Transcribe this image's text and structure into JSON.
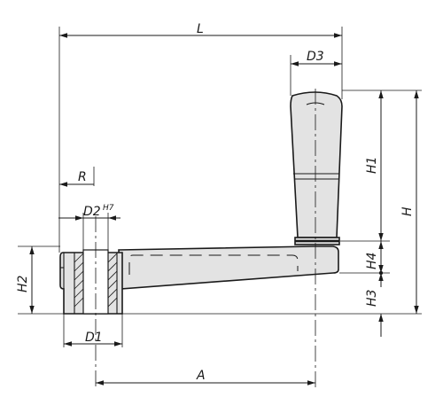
{
  "dimensions": {
    "L": "L",
    "D3": "D3",
    "R": "R",
    "D2": "D2",
    "D2_tolerance": "H7",
    "H1": "H1",
    "H": "H",
    "H2": "H2",
    "H4": "H4",
    "H3": "H3",
    "D1": "D1",
    "A": "A"
  },
  "colors": {
    "part_fill": "#e3e3e3",
    "line": "#1a1a1a",
    "background": "#ffffff"
  }
}
